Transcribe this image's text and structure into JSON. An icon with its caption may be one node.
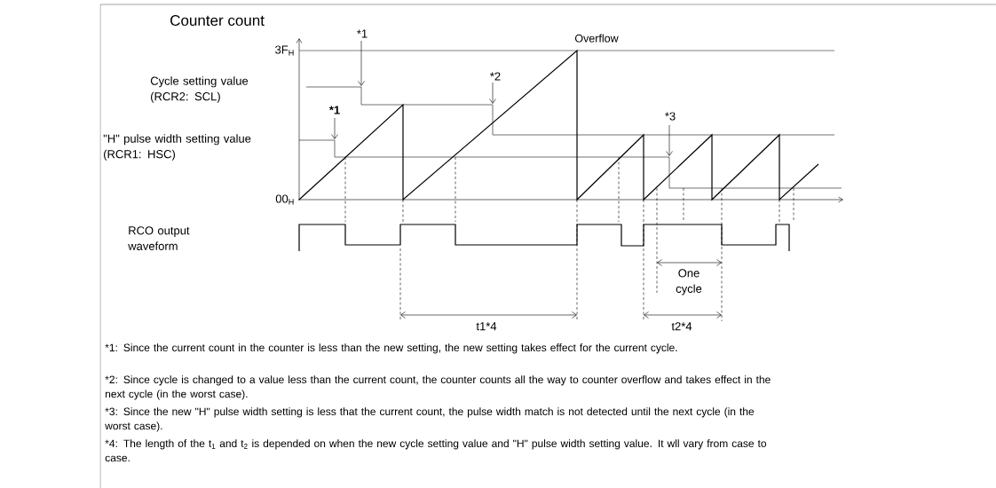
{
  "diagram": {
    "labels": [
      "Counter count",
      "Overflow",
      "3F$_{H}$",
      "*1",
      "Cycle setting value (RCR2: SCL)",
      "*2",
      "*1",
      "\"H\" pulse width setting value (RCR1: HSC)",
      "*3",
      "00$_{H}$",
      "RCO output waveform",
      "One cycle",
      "t1*4",
      "t2*4",
      "*1: Since the current count in the counter is less than the new setting, the new setting takes effect for the current cycle.",
      "*2: Since cycle is changed to a value less than the current count, the counter counts all the way to counter overflow and takes effect in the next cycle (in the worst case).",
      "*3: Since the new \"H\" pulse width setting is less that the current count, the pulse width match is not detected until the next cycle (in the worst case).",
      "*4: The length of the t$_{1}$ and t$_{2}$ is depended on when the new cycle setting value and \"H\" pulse width setting value. It wll vary from case to case."
    ]
  }
}
